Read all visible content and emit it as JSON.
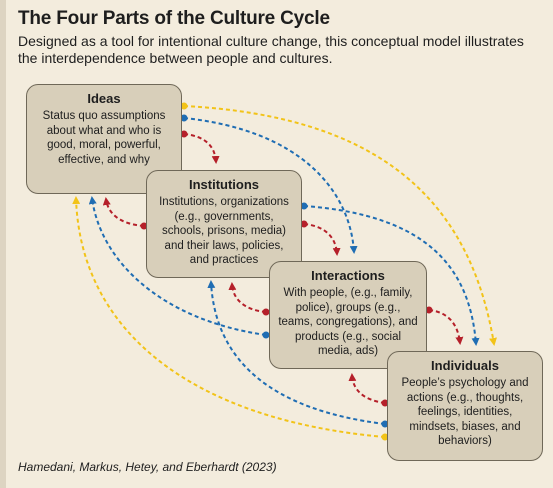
{
  "header": {
    "title": "The Four Parts of the Culture Cycle",
    "subtitle": "Designed as a tool for intentional culture change, this conceptual model illustrates the interdependence between people and cultures."
  },
  "boxes": {
    "ideas": {
      "title": "Ideas",
      "description": "Status quo assumptions about what and who is good, moral, powerful, effective, and why"
    },
    "institutions": {
      "title": "Institutions",
      "description": "Institutions, organizations (e.g., governments, schools, prisons, media) and their laws, policies, and practices"
    },
    "interactions": {
      "title": "Interactions",
      "description": "With people, (e.g., family, police), groups (e.g., teams, congregations), and products (e.g., social media, ads)"
    },
    "individuals": {
      "title": "Individuals",
      "description": "People’s psychology and actions (e.g., thoughts, feelings, identities, mindsets, biases, and behaviors)"
    }
  },
  "colors": {
    "red_arrows": "#b5202a",
    "blue_arrows": "#1f6db3",
    "yellow_arrows": "#f2c318",
    "box_fill": "#d8cfba",
    "background": "#f3ecdd"
  },
  "credit": "Hamedani, Markus, Hetey, and Eberhardt (2023)"
}
